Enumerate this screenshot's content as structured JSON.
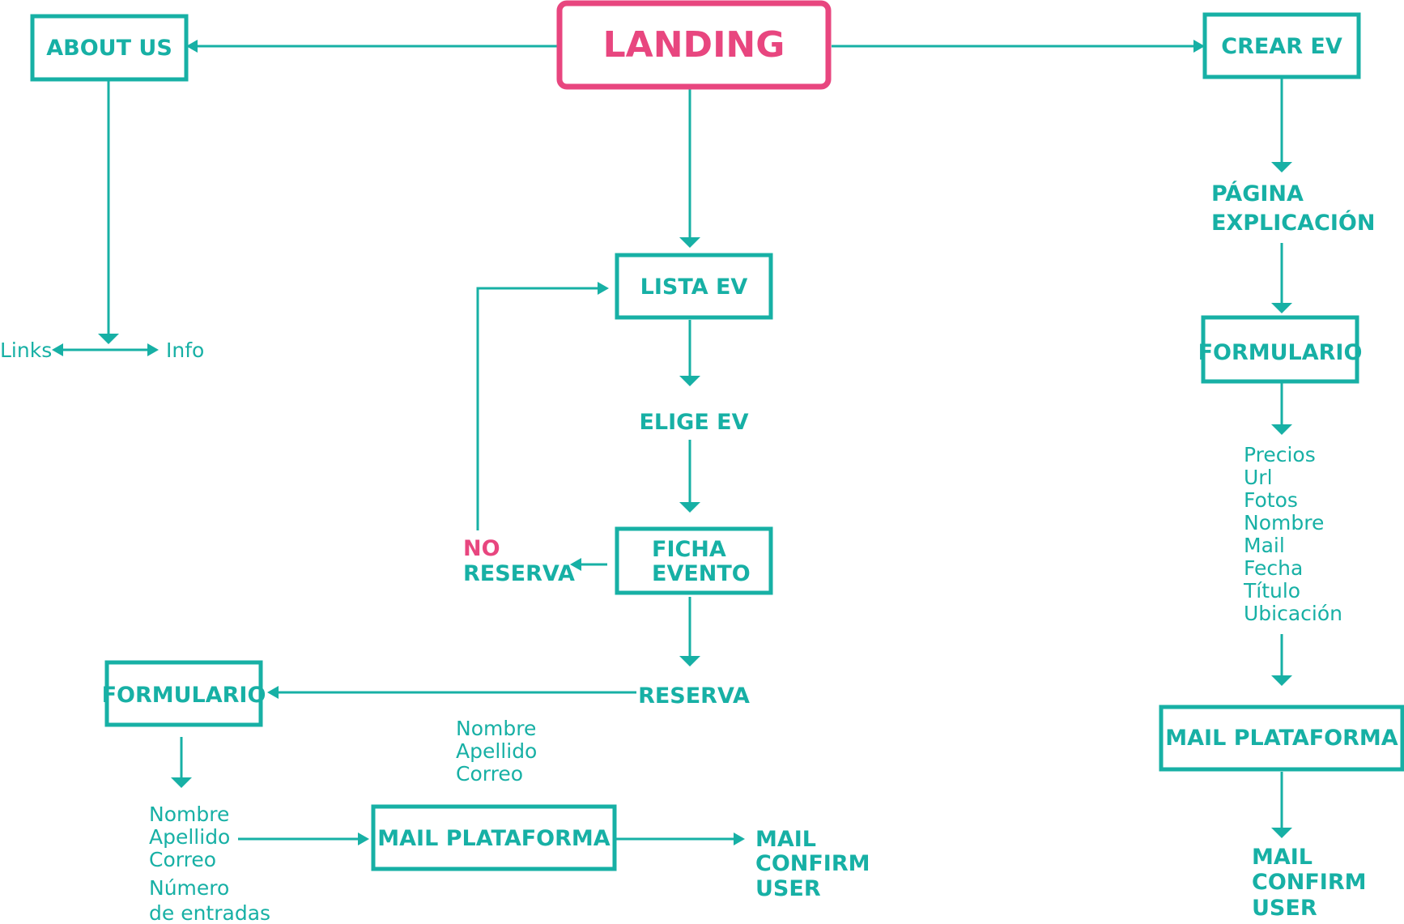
{
  "colors": {
    "accent": "#17b0a5",
    "highlight": "#e8467f"
  },
  "nodes": {
    "landing": "LANDING",
    "about_us": "ABOUT US",
    "crear_ev": "CREAR EV",
    "links": "Links",
    "info": "Info",
    "lista_ev": "LISTA EV",
    "elige_ev": "ELIGE EV",
    "ficha_evento": [
      "FICHA",
      "EVENTO"
    ],
    "no_reserva": {
      "no": "NO",
      "reserva": "RESERVA"
    },
    "reserva": "RESERVA",
    "formulario_left": "FORMULARIO",
    "reserva_fields": [
      "Nombre",
      "Apellido",
      "Correo"
    ],
    "form_fields_left": [
      "Nombre",
      "Apellido",
      "Correo",
      "Número",
      "de entradas"
    ],
    "mail_plataforma_left": "MAIL PLATAFORMA",
    "mail_confirm_left": [
      "MAIL",
      "CONFIRM",
      "USER"
    ],
    "pagina_explicacion": [
      "PÁGINA",
      "EXPLICACIÓN"
    ],
    "formulario_right": "FORMULARIO",
    "form_fields_right": [
      "Precios",
      "Url",
      "Fotos",
      "Nombre",
      "Mail",
      "Fecha",
      "Título",
      "Ubicación"
    ],
    "mail_plataforma_right": "MAIL PLATAFORMA",
    "mail_confirm_right": [
      "MAIL",
      "CONFIRM",
      "USER"
    ]
  }
}
